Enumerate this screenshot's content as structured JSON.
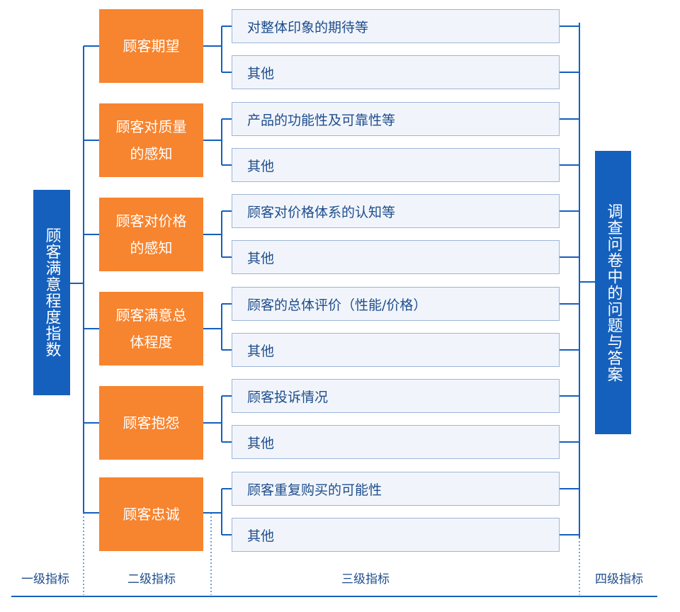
{
  "root": {
    "label": "顾客满意程度指数"
  },
  "level4": {
    "label": "调查问卷中的问题与答案"
  },
  "groups": [
    {
      "label": "顾客期望",
      "items": [
        "对整体印象的期待等",
        "其他"
      ]
    },
    {
      "label": "顾客对质量的感知",
      "items": [
        "产品的功能性及可靠性等",
        "其他"
      ]
    },
    {
      "label": "顾客对价格的感知",
      "items": [
        "顾客对价格体系的认知等",
        "其他"
      ]
    },
    {
      "label": "顾客满意总体程度",
      "items": [
        "顾客的总体评价（性能/价格）",
        "其他"
      ]
    },
    {
      "label": "顾客抱怨",
      "items": [
        "顾客投诉情况",
        "其他"
      ]
    },
    {
      "label": "顾客忠诚",
      "items": [
        "顾客重复购买的可能性",
        "其他"
      ]
    }
  ],
  "levels": [
    "一级指标",
    "二级指标",
    "三级指标",
    "四级指标"
  ],
  "colors": {
    "blue": "#1560bd",
    "orange": "#f7842f",
    "line": "#1560bd",
    "box_fill": "#f1f5fb"
  }
}
